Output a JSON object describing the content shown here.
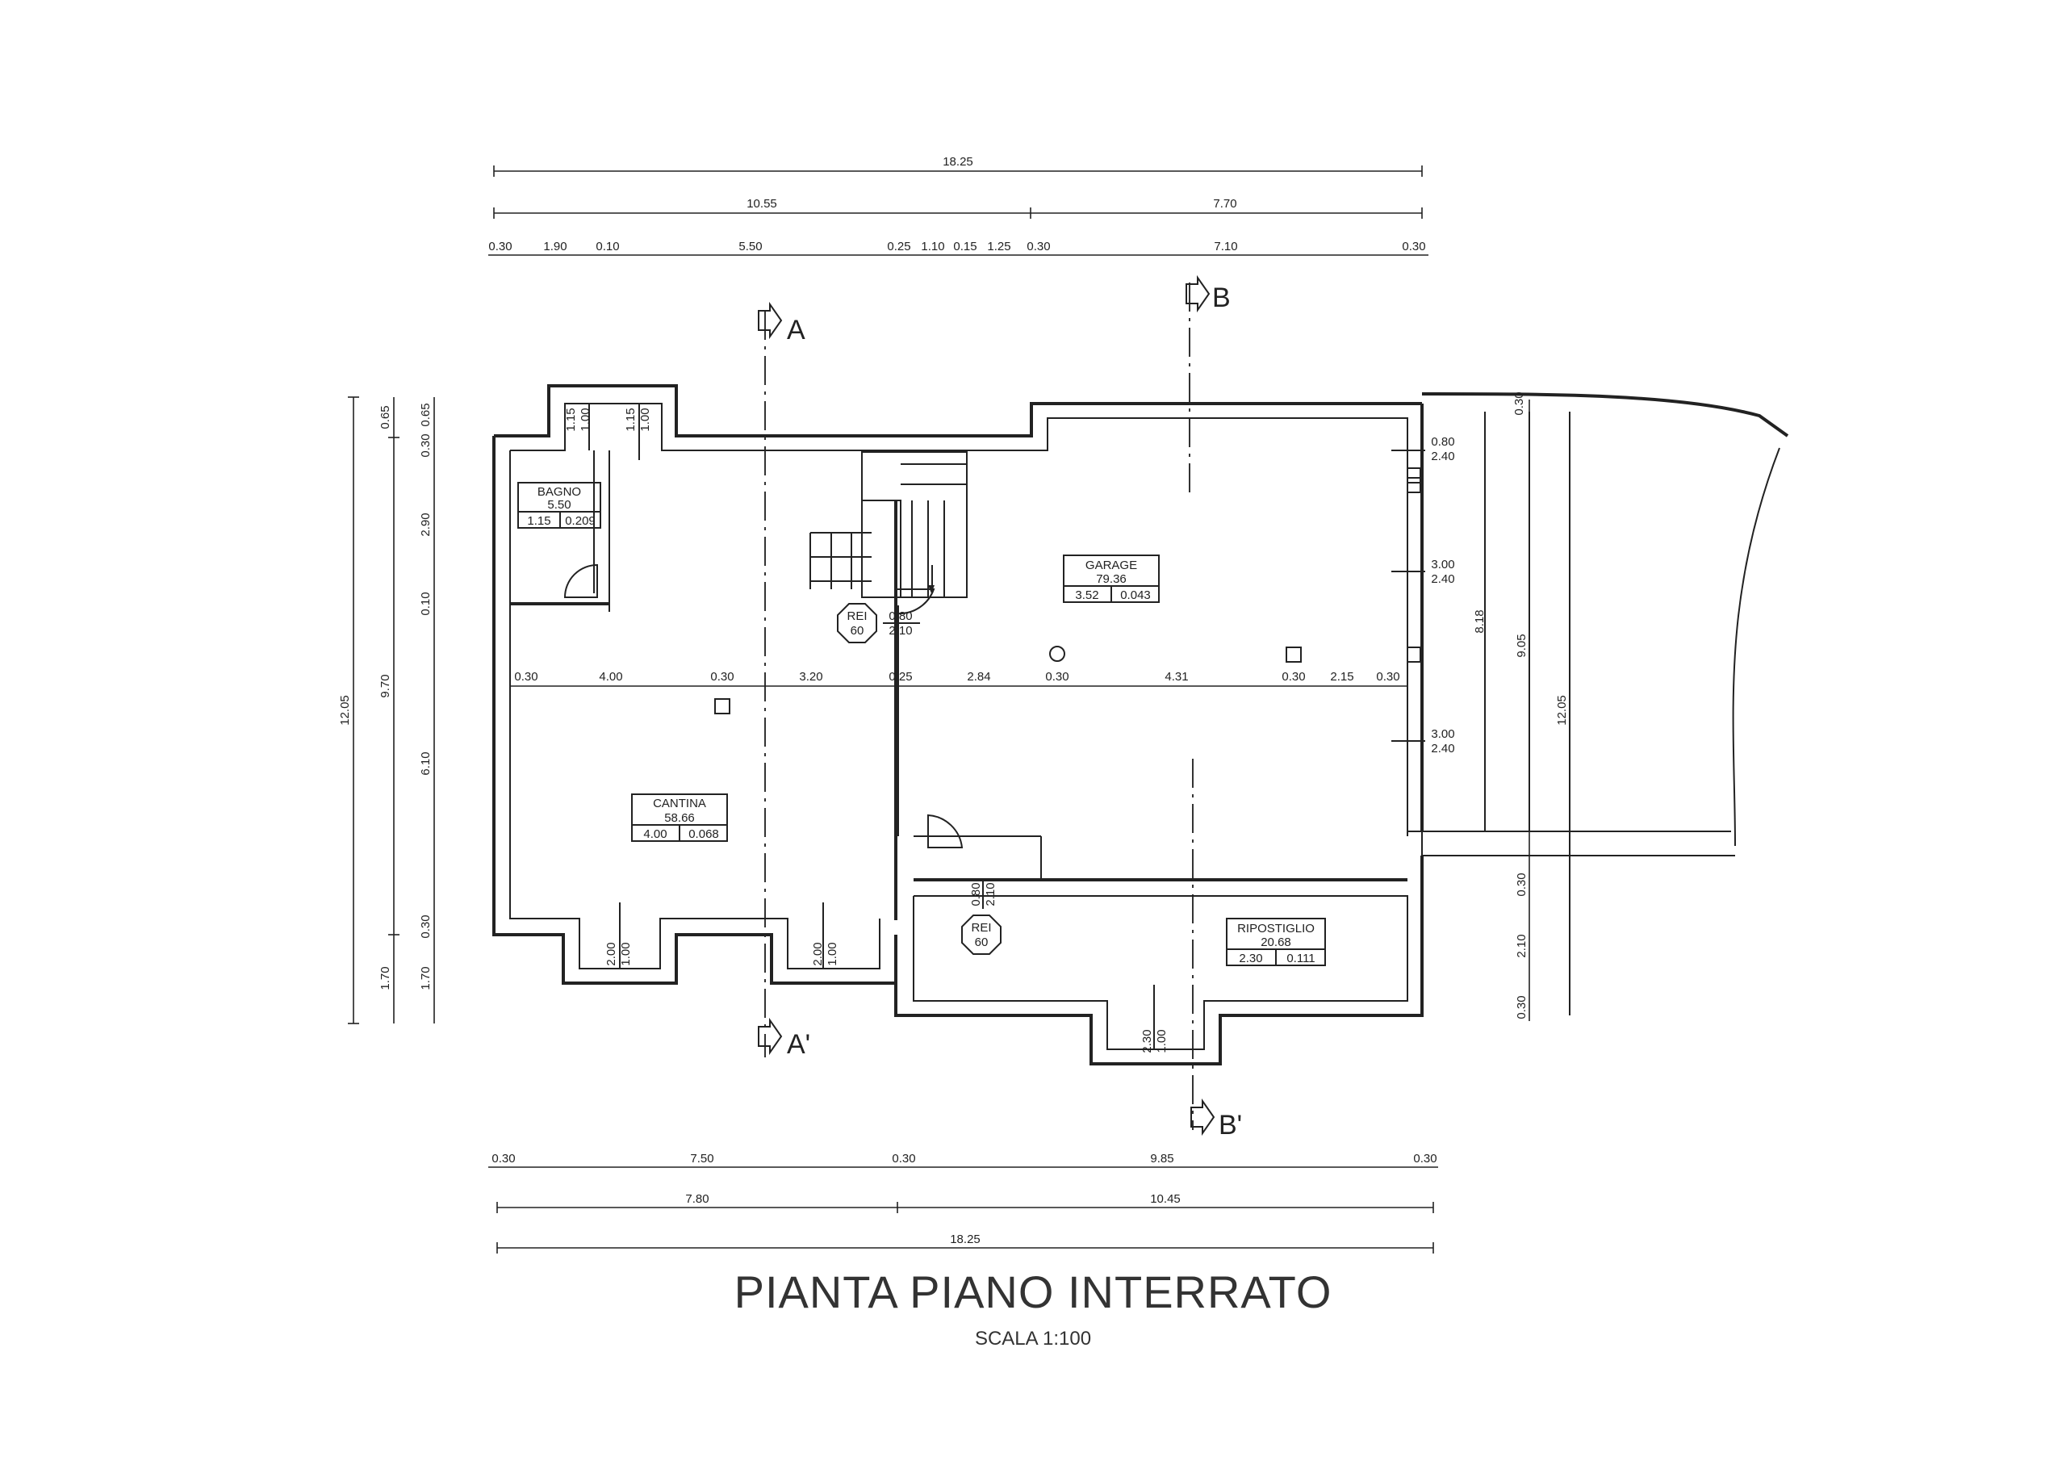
{
  "title": "PIANTA PIANO INTERRATO",
  "scale": "SCALA 1:100",
  "rooms": {
    "bagno": {
      "name": "BAGNO",
      "area": "5.50",
      "ratio_left": "1.15",
      "ratio_right": "0.209"
    },
    "cantina": {
      "name": "CANTINA",
      "area": "58.66",
      "ratio_left": "4.00",
      "ratio_right": "0.068"
    },
    "garage": {
      "name": "GARAGE",
      "area": "79.36",
      "ratio_left": "3.52",
      "ratio_right": "0.043"
    },
    "ripostiglio": {
      "name": "RIPOSTIGLIO",
      "area": "20.68",
      "ratio_left": "2.30",
      "ratio_right": "0.111"
    }
  },
  "fire_doors": [
    {
      "rating_top": "REI",
      "rating_bottom": "60",
      "width": "0.80",
      "height": "2.10"
    },
    {
      "rating_top": "REI",
      "rating_bottom": "60",
      "width": "0.80",
      "height": "2.10"
    }
  ],
  "sections": {
    "a": "A",
    "a_prime": "A'",
    "b": "B",
    "b_prime": "B'"
  },
  "dims": {
    "top_total": "18.25",
    "top_left": "10.55",
    "top_right": "7.70",
    "top_row": [
      "0.30",
      "1.90",
      "0.10",
      "5.50",
      "0.25",
      "1.10",
      "0.15",
      "1.25",
      "0.30",
      "7.10",
      "0.30"
    ],
    "bottom_row": [
      "0.30",
      "7.50",
      "0.30",
      "9.85",
      "0.30"
    ],
    "bottom_left": "7.80",
    "bottom_right": "10.45",
    "bottom_total": "18.25",
    "left_total": "12.05",
    "left_col2": [
      "0.65",
      "9.70",
      "1.70"
    ],
    "left_col3": [
      "0.30",
      "0.65",
      "2.90",
      "0.10",
      "6.10",
      "0.30",
      "1.70"
    ],
    "middle_row": [
      "0.30",
      "4.00",
      "0.30",
      "3.20",
      "0.25",
      "2.84",
      "0.30",
      "4.31",
      "0.30",
      "2.15",
      "0.30"
    ],
    "right_col": [
      "0.30",
      "8.18",
      "9.05",
      "12.05",
      "0.30",
      "2.10",
      "0.30"
    ],
    "window_top_a": [
      "1.15",
      "1.00"
    ],
    "window_top_b": [
      "1.15",
      "1.00"
    ],
    "window_bottom_a": [
      "2.00",
      "1.00"
    ],
    "window_bottom_b": [
      "2.00",
      "1.00"
    ],
    "window_bottom_c": [
      "2.30",
      "1.00"
    ],
    "garage_openings": [
      {
        "w": "0.80",
        "h": "2.40"
      },
      {
        "w": "3.00",
        "h": "2.40"
      },
      {
        "w": "3.00",
        "h": "2.40"
      }
    ]
  }
}
